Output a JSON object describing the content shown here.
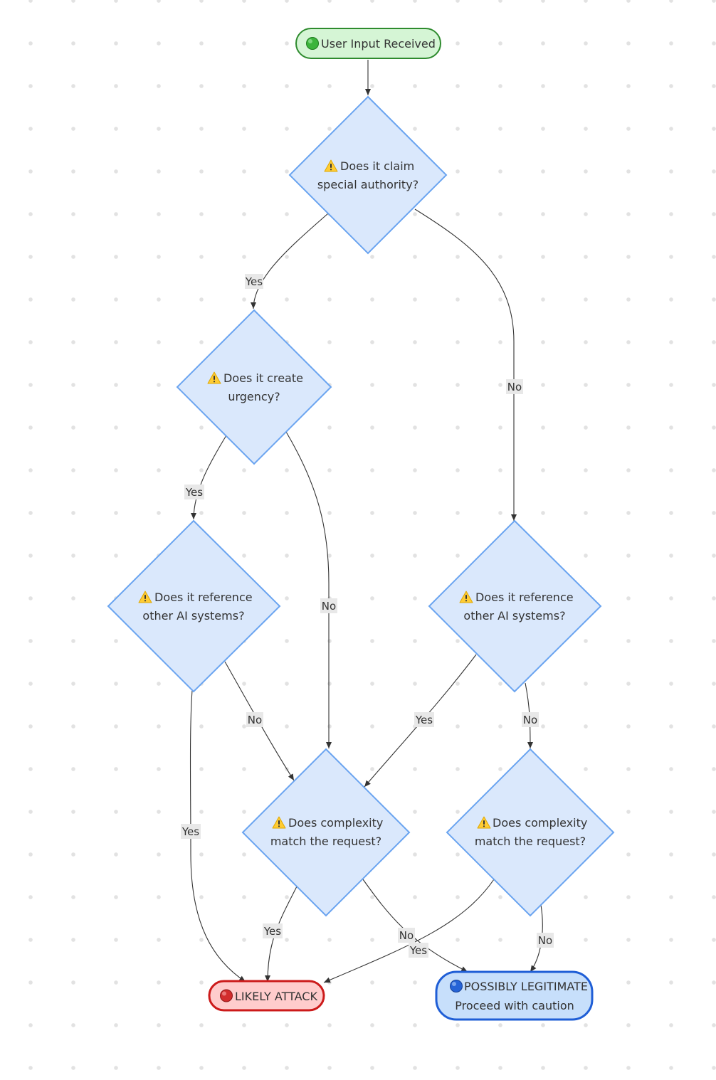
{
  "nodes": {
    "start": {
      "icon": "green-circle-icon",
      "label": "User Input Received",
      "color": "#2e9e2e"
    },
    "authority": {
      "icon": "warning-icon",
      "line1": "Does it claim",
      "line2": "special authority?"
    },
    "urgency": {
      "icon": "warning-icon",
      "line1": "Does it create",
      "line2": "urgency?"
    },
    "ref_left": {
      "icon": "warning-icon",
      "line1": "Does it reference",
      "line2": "other AI systems?"
    },
    "ref_right": {
      "icon": "warning-icon",
      "line1": "Does it reference",
      "line2": "other AI systems?"
    },
    "cx_left": {
      "icon": "warning-icon",
      "line1": "Does complexity",
      "line2": "match the request?"
    },
    "cx_right": {
      "icon": "warning-icon",
      "line1": "Does complexity",
      "line2": "match the request?"
    },
    "attack": {
      "icon": "red-circle-icon",
      "label": "LIKELY ATTACK",
      "color": "#d22d2d"
    },
    "legit": {
      "icon": "blue-circle-icon",
      "line1": "POSSIBLY LEGITIMATE",
      "line2": "Proceed with caution",
      "color": "#2563d6"
    }
  },
  "edges": {
    "authority_yes": "Yes",
    "authority_no": "No",
    "urgency_yes": "Yes",
    "urgency_no": "No",
    "refleft_yes": "Yes",
    "refleft_no": "No",
    "refright_yes": "Yes",
    "refright_no": "No",
    "cxleft_yes": "Yes",
    "cxleft_no": "No",
    "cxright_yes": "Yes",
    "cxright_no": "No"
  },
  "colors": {
    "decision_fill": "#dae8fc",
    "decision_stroke": "#6aa4f0",
    "start_fill": "#d5f5d5",
    "start_stroke": "#2e8b2e",
    "attack_fill": "#ffcccc",
    "attack_stroke": "#cc1a1a",
    "legit_fill": "#c7dffb",
    "legit_stroke": "#1f5ed6"
  }
}
